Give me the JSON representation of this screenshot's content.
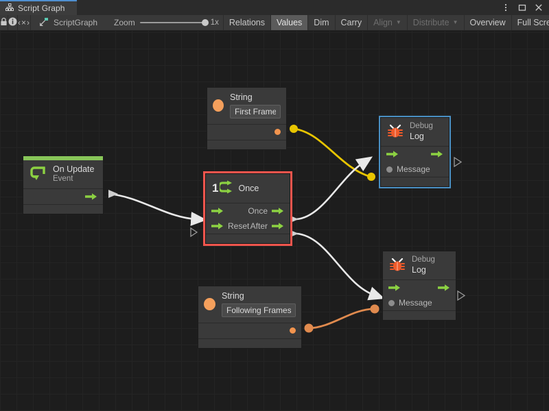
{
  "window": {
    "tab_label": "Script Graph",
    "tab_icon": "script-graph-icon",
    "controls": [
      {
        "name": "window-menu-button",
        "glyph": "⋮"
      },
      {
        "name": "window-maximize-button",
        "glyph": "□"
      },
      {
        "name": "window-close-button",
        "glyph": "✕"
      }
    ]
  },
  "toolbar": {
    "lock_icon": "lock-icon",
    "info_icon": "info-icon",
    "code_label": "‹×›",
    "breadcrumb_label": "ScriptGraph",
    "breadcrumb_icon": "scriptgraph-asset-icon",
    "zoom_label": "Zoom",
    "zoom_value": "1x",
    "buttons": [
      {
        "label": "Relations",
        "active": false,
        "disabled": false,
        "caret": false
      },
      {
        "label": "Values",
        "active": true,
        "disabled": false,
        "caret": false
      },
      {
        "label": "Dim",
        "active": false,
        "disabled": false,
        "caret": false
      },
      {
        "label": "Carry",
        "active": false,
        "disabled": false,
        "caret": false
      },
      {
        "label": "Align",
        "active": false,
        "disabled": true,
        "caret": true
      },
      {
        "label": "Distribute",
        "active": false,
        "disabled": true,
        "caret": true
      },
      {
        "label": "Overview",
        "active": false,
        "disabled": false,
        "caret": false
      },
      {
        "label": "Full Screen",
        "active": false,
        "disabled": false,
        "caret": false
      }
    ]
  },
  "graph": {
    "colors": {
      "event_accent": "#88c659",
      "flow_green": "#8cd142",
      "string_orange": "#f2944e",
      "edge_white": "#e8e8e8",
      "edge_yellow": "#e8c500",
      "edge_orange": "#e08a4e",
      "selection_red": "#f0554d",
      "selection_blue": "#4a90c4",
      "node_bg": "#3a3a3a",
      "canvas_bg": "#1d1d1d"
    },
    "nodes": [
      {
        "id": "on-update",
        "type": "event",
        "title": "On Update",
        "subtitle": "Event",
        "icon": "event-loop-icon",
        "selected": "none"
      },
      {
        "id": "string-first-frame",
        "type": "value",
        "title": "String",
        "icon": "string-value-icon",
        "value": "First Frame",
        "selected": "none"
      },
      {
        "id": "string-following-frames",
        "type": "value",
        "title": "String",
        "icon": "string-value-icon",
        "value": "Following Frames",
        "selected": "none"
      },
      {
        "id": "once",
        "type": "control",
        "title": "Once",
        "badge": "1",
        "icon": "once-loop-icon",
        "selected": "red",
        "ports": {
          "in_flow": "",
          "in_reset": "Reset",
          "out_once": "Once",
          "out_after": "After"
        }
      },
      {
        "id": "debug-log-top",
        "type": "unit",
        "title": "Debug",
        "subtitle": "Log",
        "icon": "debug-bug-icon",
        "message_label": "Message",
        "selected": "blue"
      },
      {
        "id": "debug-log-bottom",
        "type": "unit",
        "title": "Debug",
        "subtitle": "Log",
        "icon": "debug-bug-icon",
        "message_label": "Message",
        "selected": "none"
      }
    ],
    "edges": [
      {
        "from": "on-update.flow-out",
        "to": "once.flow-in",
        "kind": "control",
        "color": "#e8e8e8"
      },
      {
        "from": "string-first-frame.out",
        "to": "debug-log-top.message",
        "kind": "value",
        "color": "#e8c500"
      },
      {
        "from": "once.once-out",
        "to": "debug-log-top.flow-in",
        "kind": "control",
        "color": "#e8e8e8"
      },
      {
        "from": "once.after-out",
        "to": "debug-log-bottom.flow-in",
        "kind": "control",
        "color": "#e8e8e8"
      },
      {
        "from": "string-following-frames.out",
        "to": "debug-log-bottom.message",
        "kind": "value",
        "color": "#e08a4e"
      }
    ]
  }
}
